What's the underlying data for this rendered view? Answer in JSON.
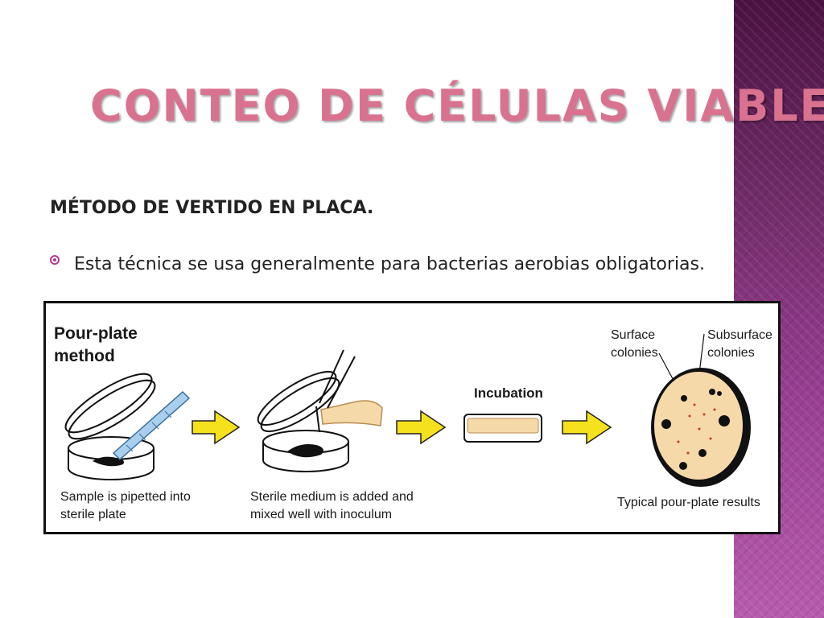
{
  "slide": {
    "title": "CONTEO DE CÉLULAS VIABLES",
    "subtitle": "MÉTODO DE VERTIDO EN PLACA.",
    "bullets": [
      {
        "text": "Esta técnica se usa generalmente para bacterias aerobias obligatorias."
      }
    ],
    "colors": {
      "title": "#d9728f",
      "accent": "#b03b8f",
      "band": "#7a2f72"
    }
  },
  "figure": {
    "heading_line1": "Pour-plate",
    "heading_line2": "method",
    "step1_line1": "Sample is pipetted into",
    "step1_line2": "sterile plate",
    "step2_line1": "Sterile medium is added and",
    "step2_line2": "mixed well with inoculum",
    "incubation": "Incubation",
    "surface_line1": "Surface",
    "surface_line2": "colonies",
    "subsurface_line1": "Subsurface",
    "subsurface_line2": "colonies",
    "result": "Typical pour-plate results",
    "colors": {
      "arrow": "#f5e11c",
      "medium": "#f6d9a8",
      "colony": "#111111"
    }
  }
}
